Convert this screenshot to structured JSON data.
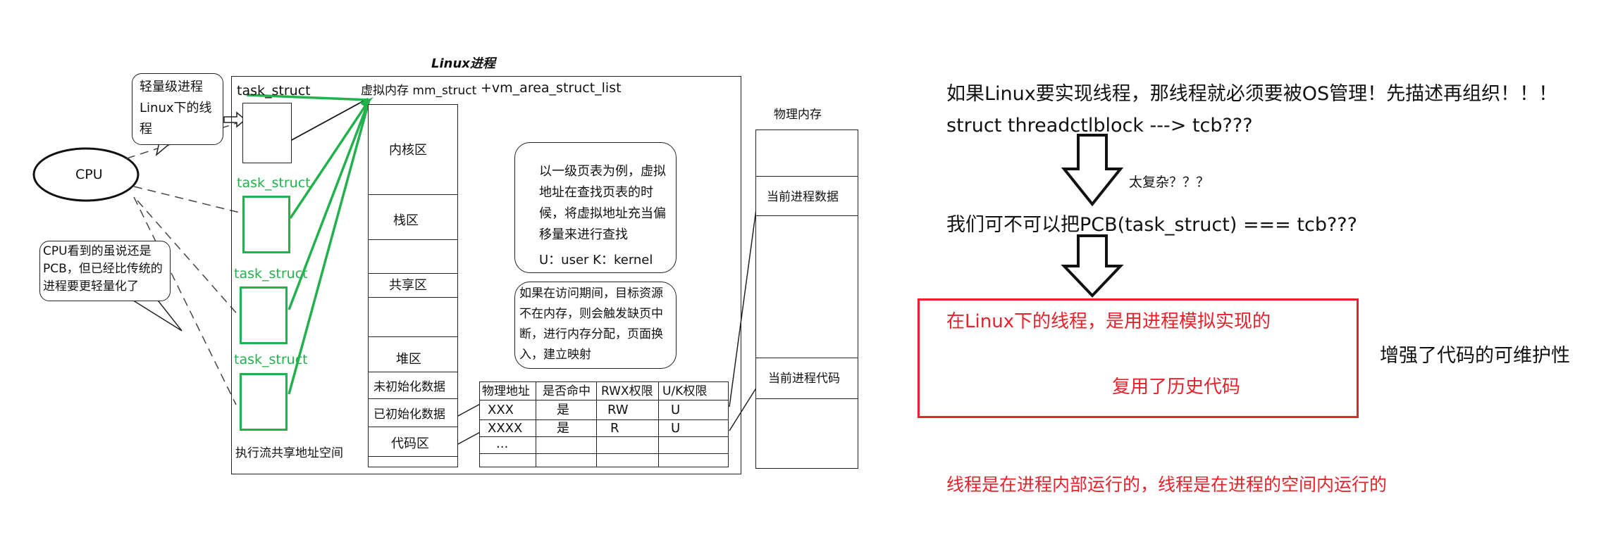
{
  "diagram": {
    "title": "Linux进程",
    "cpu_label": "CPU",
    "bubble_top": [
      "轻量级进程",
      "Linux下的线程"
    ],
    "bubble_left": [
      "CPU看到的虽说还是",
      "PCB，但已经比传统的",
      "进程要更轻量化了"
    ],
    "task_struct_label": "task_struct",
    "mm_label": "虚拟内存 mm_struct",
    "vm_label": "+vm_area_struct_list",
    "shared_space_label": "执行流共享地址空间",
    "regions": [
      "内核区",
      "栈区",
      "共享区",
      "堆区",
      "未初始化数据",
      "已初始化数据",
      "代码区"
    ],
    "note_page_table": [
      "以一级页表为例，虚拟",
      "地址在查找页表的时",
      "候，将虚拟地址充当偏",
      "移量来进行查找",
      "U：user  K：kernel"
    ],
    "note_page_fault": [
      "如果在访问期间，目标资源",
      "不在内存，则会触发缺页中",
      "断，进行内存分配，页面换",
      "入，建立映射"
    ],
    "table": {
      "headers": [
        "物理地址",
        "是否命中",
        "RWX权限",
        "U/K权限"
      ],
      "rows": [
        [
          "XXX",
          "是",
          "RW",
          "U"
        ],
        [
          "XXXX",
          "是",
          "R",
          "U"
        ],
        [
          "...",
          "",
          "",
          ""
        ]
      ]
    },
    "physical_memory_label": "物理内存",
    "phys_data_label": "当前进程数据",
    "phys_code_label": "当前进程代码"
  },
  "notes": {
    "line1": "如果Linux要实现线程，那线程就必须要被OS管理！先描述再组织！！！",
    "line2": "struct threadctlblock ---> tcb???",
    "too_complex": "太复杂？？？",
    "line3": "我们可不可以把PCB(task_struct) === tcb???",
    "red_box_line1": "在Linux下的线程，是用进程模拟实现的",
    "red_box_line2": "复用了历史代码",
    "maintainability": "增强了代码的可维护性",
    "bottom_red": "线程是在进程内部运行的，线程是在进程的空间内运行的"
  },
  "colors": {
    "green": "#22b14c",
    "red": "#e8212b"
  }
}
